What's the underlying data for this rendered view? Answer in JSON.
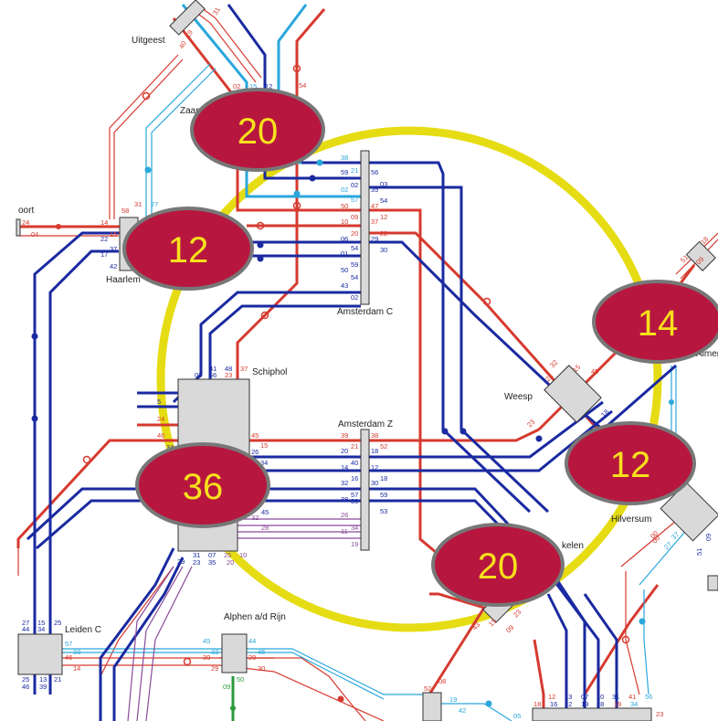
{
  "colors": {
    "ring": "#e6dc14",
    "badge_fill": "#b7173f",
    "badge_stroke": "#777777",
    "badge_text": "#f7e11c",
    "intercity_blue": "#1a2aa0",
    "sprinter_red": "#d63a2f",
    "light_blue": "#2aa7dc",
    "purple": "#8a4a9a",
    "green": "#2a9a3a",
    "station_fill": "#d9d9d9"
  },
  "stations": {
    "uitgeest": "Uitgeest",
    "zaandam": "Zaan",
    "haarlem": "Haarlem",
    "amersfoort_partial": "oort",
    "amsterdam_c": "Amsterdam C",
    "schiphol": "Schiphol",
    "weesp": "Weesp",
    "amsterdam_z": "Amsterdam Z",
    "almere_partial": "Almer",
    "hilversum": "Hilversum",
    "leiden_c": "Leiden C",
    "alphen": "Alphen a/d Rijn",
    "bijlmer_partial": "kelen"
  },
  "badges": {
    "zaandam": "20",
    "haarlem": "12",
    "almere": "14",
    "hilversum": "12",
    "schiphol": "36",
    "bijlmer": "20"
  },
  "codes": {
    "uit_a": "40",
    "uit_b": "19",
    "uit_c": "31",
    "zaan_a": "02",
    "zaan_b": "15",
    "zaan_c": "12",
    "zaan_d": "54",
    "h_a": "24",
    "h_b": "04",
    "h_c": "14",
    "h_d": "58",
    "h_e": "31",
    "h_f": "27",
    "h_g": "15",
    "h_h": "22",
    "h_i": "37",
    "h_j": "17",
    "h_k": "42",
    "ac_l1": "38",
    "ac_l2": "59",
    "ac_l3": "21",
    "ac_l4": "02",
    "ac_l5": "57",
    "ac_l6": "50",
    "ac_l7": "10",
    "ac_l8": "09",
    "ac_l9": "06",
    "ac_l10": "20",
    "ac_l11": "01",
    "ac_l12": "54",
    "ac_l13": "50",
    "ac_l14": "59",
    "ac_l15": "43",
    "ac_l16": "54",
    "ac_l17": "02",
    "ac_r1": "56",
    "ac_r2": "03",
    "ac_r3": "35",
    "ac_r4": "54",
    "ac_r5": "47",
    "ac_r6": "12",
    "ac_r7": "37",
    "ac_r8": "22",
    "ac_r9": "29",
    "ac_r10": "30",
    "s_a": "03",
    "s_b": "41",
    "s_c": "56",
    "s_d": "48",
    "s_e": "23",
    "s_f": "37",
    "s_g": "5",
    "s_h": "24",
    "s_i": "46",
    "s_j": "34",
    "s_k": "45",
    "az_l1": "39",
    "az_l2": "15",
    "az_l3": "20",
    "az_l4": "26",
    "az_l5": "21",
    "az_l6": "34",
    "az_l7": "14",
    "az_l8": "40",
    "az_l9": "32",
    "az_l10": "16",
    "az_l11": "38",
    "az_l12": "57",
    "az_l13": "36",
    "az_l14": "26",
    "az_l15": "11",
    "az_r1": "38",
    "az_r2": "52",
    "az_r3": "18",
    "az_r4": "12",
    "az_r5": "30",
    "az_r6": "18",
    "az_r7": "59",
    "az_r8": "53",
    "az_r9": "34",
    "az_r10": "19",
    "sb_a": "45",
    "sb_b": "32",
    "sb_c": "28",
    "sb_d": "29",
    "sb_e": "31",
    "sb_f": "23",
    "sb_g": "07",
    "sb_h": "35",
    "sb_i": "25",
    "sb_j": "20",
    "sb_k": "10",
    "w_a": "32",
    "w_b": "15",
    "w_c": "45",
    "w_d": "28",
    "w_e": "23",
    "w_f": "18",
    "al_a": "51",
    "al_b": "18",
    "al_c": "09",
    "hv_a": "51",
    "hv_b": "09",
    "hv_c": "27",
    "hv_d": "00",
    "lc_a": "27",
    "lc_b": "44",
    "lc_c": "15",
    "lc_d": "34",
    "lc_e": "25",
    "lc_f": "25",
    "lc_g": "46",
    "lc_h": "13",
    "lc_i": "39",
    "lc_j": "21",
    "lc_k": "57",
    "lc_l": "33",
    "lc_m": "46",
    "lc_n": "14",
    "ar_a": "45",
    "ar_b": "44",
    "ar_c": "33",
    "ar_d": "45",
    "ar_e": "30",
    "ar_f": "29",
    "ar_g": "29",
    "ar_h": "30",
    "ar_i": "09",
    "ar_j": "50",
    "bj_a": "43",
    "bj_b": "15",
    "bj_c": "23",
    "bj_d": "09",
    "bj_e": "08",
    "bj_f": "52",
    "bj_g": "19",
    "bj_h": "42",
    "bj_i": "05",
    "bt_a": "12",
    "bt_b": "18",
    "bt_c": "16",
    "bt_d": "13",
    "bt_e": "22",
    "bt_f": "07",
    "bt_g": "19",
    "bt_h": "10",
    "bt_i": "28",
    "bt_j": "31",
    "bt_k": "19",
    "bt_l": "41",
    "bt_m": "56",
    "bt_n": "34",
    "bt_o": "23",
    "bt_p": "00",
    "bt_q": "37"
  }
}
